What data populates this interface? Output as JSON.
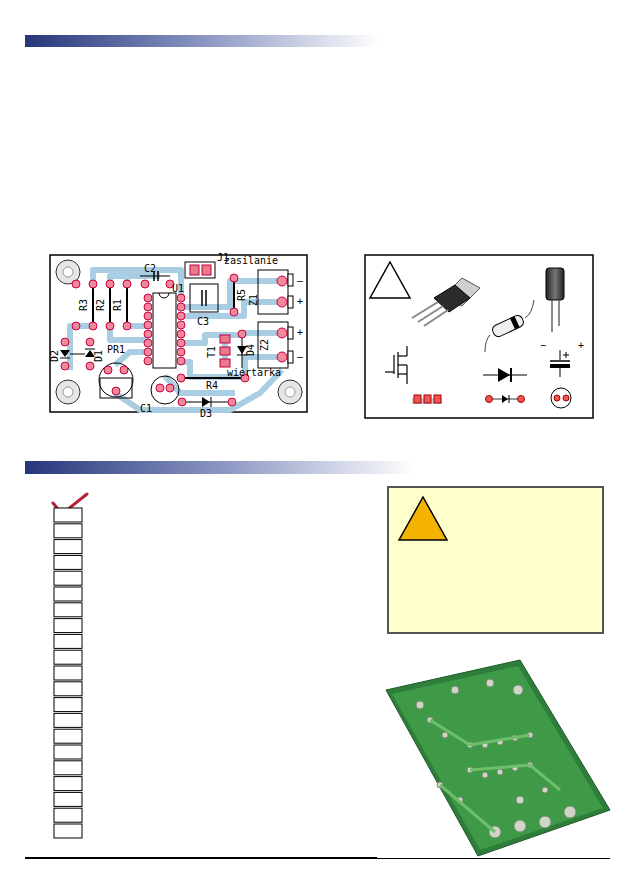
{
  "diagram": {
    "labels": [
      "C2",
      "J1",
      "zasilanie",
      "U1",
      "R3",
      "R2",
      "R1",
      "C3",
      "R5",
      "Z1",
      "–",
      "+",
      "+",
      "–",
      "D2",
      "D1",
      "PR1",
      "T1",
      "D4",
      "Z2",
      "R4",
      "wiertarka",
      "C1",
      "D3",
      "−",
      "+"
    ]
  }
}
